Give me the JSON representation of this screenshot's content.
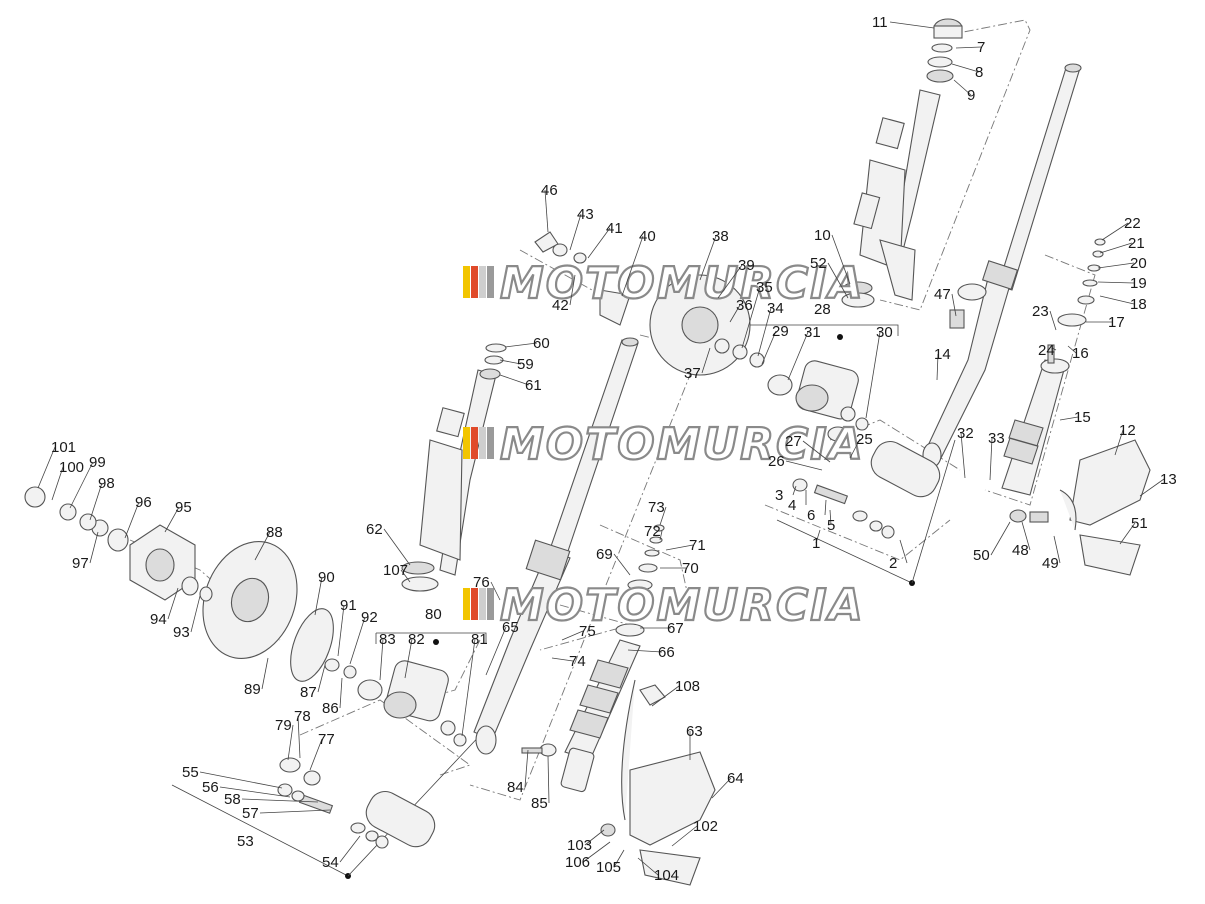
{
  "watermark": {
    "text": "MOTOMURCIA",
    "stripe_colors": [
      "#f2c500",
      "#e04a2a",
      "#cfcfcf",
      "#9a9a9a"
    ]
  },
  "callouts": [
    "1",
    "2",
    "3",
    "4",
    "5",
    "6",
    "7",
    "8",
    "9",
    "10",
    "11",
    "12",
    "13",
    "14",
    "15",
    "16",
    "17",
    "18",
    "19",
    "20",
    "21",
    "22",
    "23",
    "24",
    "25",
    "26",
    "27",
    "28",
    "29",
    "30",
    "31",
    "32",
    "33",
    "34",
    "35",
    "36",
    "37",
    "38",
    "39",
    "40",
    "41",
    "42",
    "43",
    "46",
    "47",
    "48",
    "49",
    "50",
    "51",
    "52",
    "53",
    "54",
    "55",
    "56",
    "57",
    "58",
    "59",
    "60",
    "61",
    "62",
    "63",
    "64",
    "65",
    "66",
    "67",
    "69",
    "70",
    "71",
    "72",
    "73",
    "74",
    "75",
    "76",
    "77",
    "78",
    "79",
    "80",
    "81",
    "82",
    "83",
    "84",
    "85",
    "86",
    "87",
    "88",
    "89",
    "90",
    "91",
    "92",
    "93",
    "94",
    "95",
    "96",
    "97",
    "98",
    "99",
    "100",
    "101",
    "102",
    "103",
    "104",
    "105",
    "106",
    "107",
    "108"
  ]
}
